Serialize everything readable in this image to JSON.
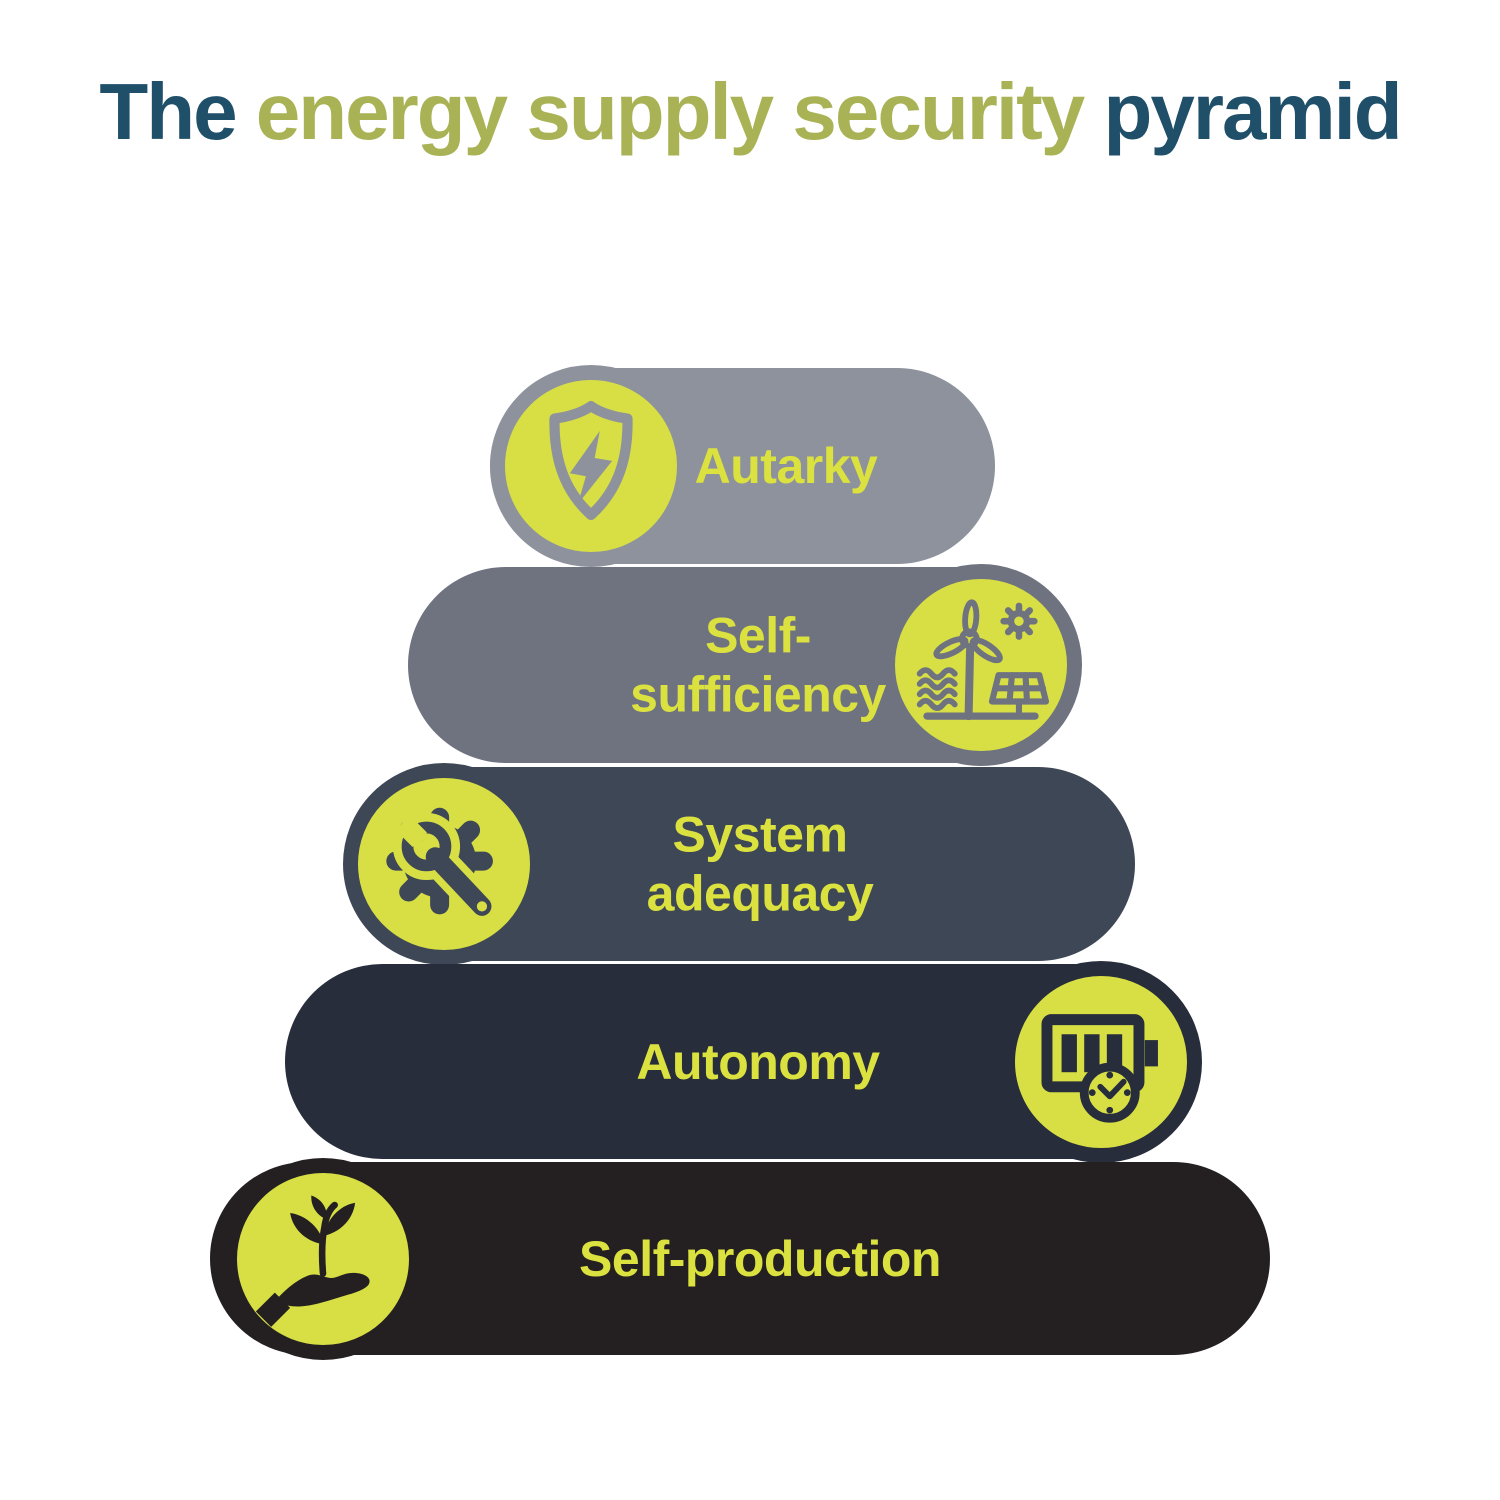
{
  "title": {
    "prefix": "The ",
    "highlight": "energy supply security",
    "suffix": " pyramid"
  },
  "colors": {
    "background": "#ffffff",
    "title_dark": "#1f4f69",
    "title_green": "#a9b356",
    "label_yellow": "#dbe23f",
    "badge_yellow": "#d7df45"
  },
  "pyramid": {
    "levels": [
      {
        "label": "Autarky",
        "icon": "shield-bolt-icon",
        "icon_side": "left",
        "color": "#8e929c"
      },
      {
        "label": "Self-\nsufficiency",
        "icon": "renewable-energy-icon",
        "icon_side": "right",
        "color": "#6f7380"
      },
      {
        "label": "System\nadequacy",
        "icon": "gear-wrench-icon",
        "icon_side": "left",
        "color": "#3e4755"
      },
      {
        "label": "Autonomy",
        "icon": "battery-clock-icon",
        "icon_side": "right",
        "color": "#272d3b"
      },
      {
        "label": "Self-production",
        "icon": "hand-plant-icon",
        "icon_side": "left",
        "color": "#242021"
      }
    ]
  }
}
